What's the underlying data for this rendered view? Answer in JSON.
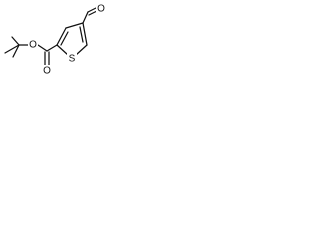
{
  "molecule": {
    "atoms": {
      "ester_oxygen": "O",
      "carbonyl_oxygen": "O",
      "ring_sulfur": "S",
      "aldehyde_oxygen": "O"
    }
  }
}
